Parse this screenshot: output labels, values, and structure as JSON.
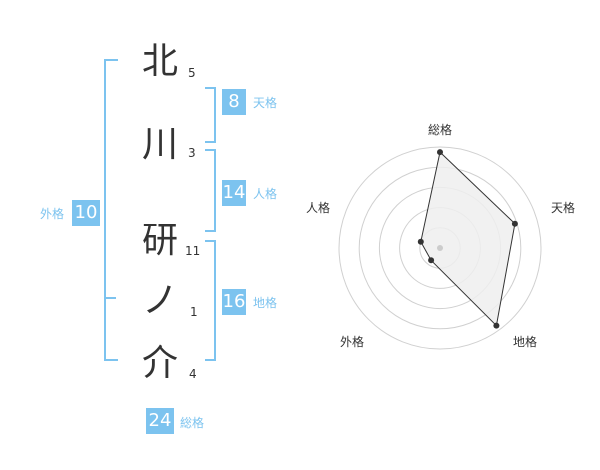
{
  "name": {
    "chars": [
      {
        "char": "北",
        "strokes": "5"
      },
      {
        "char": "川",
        "strokes": "3"
      },
      {
        "char": "研",
        "strokes": "11"
      },
      {
        "char": "ノ",
        "strokes": "1"
      },
      {
        "char": "介",
        "strokes": "4"
      }
    ]
  },
  "fortunes": {
    "ten": {
      "value": "8",
      "label": "天格"
    },
    "jin": {
      "value": "14",
      "label": "人格"
    },
    "chi": {
      "value": "16",
      "label": "地格"
    },
    "gai": {
      "value": "10",
      "label": "外格"
    },
    "so": {
      "value": "24",
      "label": "総格"
    }
  },
  "radar": {
    "axes": [
      "総格",
      "天格",
      "地格",
      "外格",
      "人格"
    ],
    "values": [
      0.95,
      0.78,
      0.95,
      0.15,
      0.2
    ],
    "rings": 5,
    "accent": "#7cc3ef",
    "fill": "#eeeeee"
  }
}
